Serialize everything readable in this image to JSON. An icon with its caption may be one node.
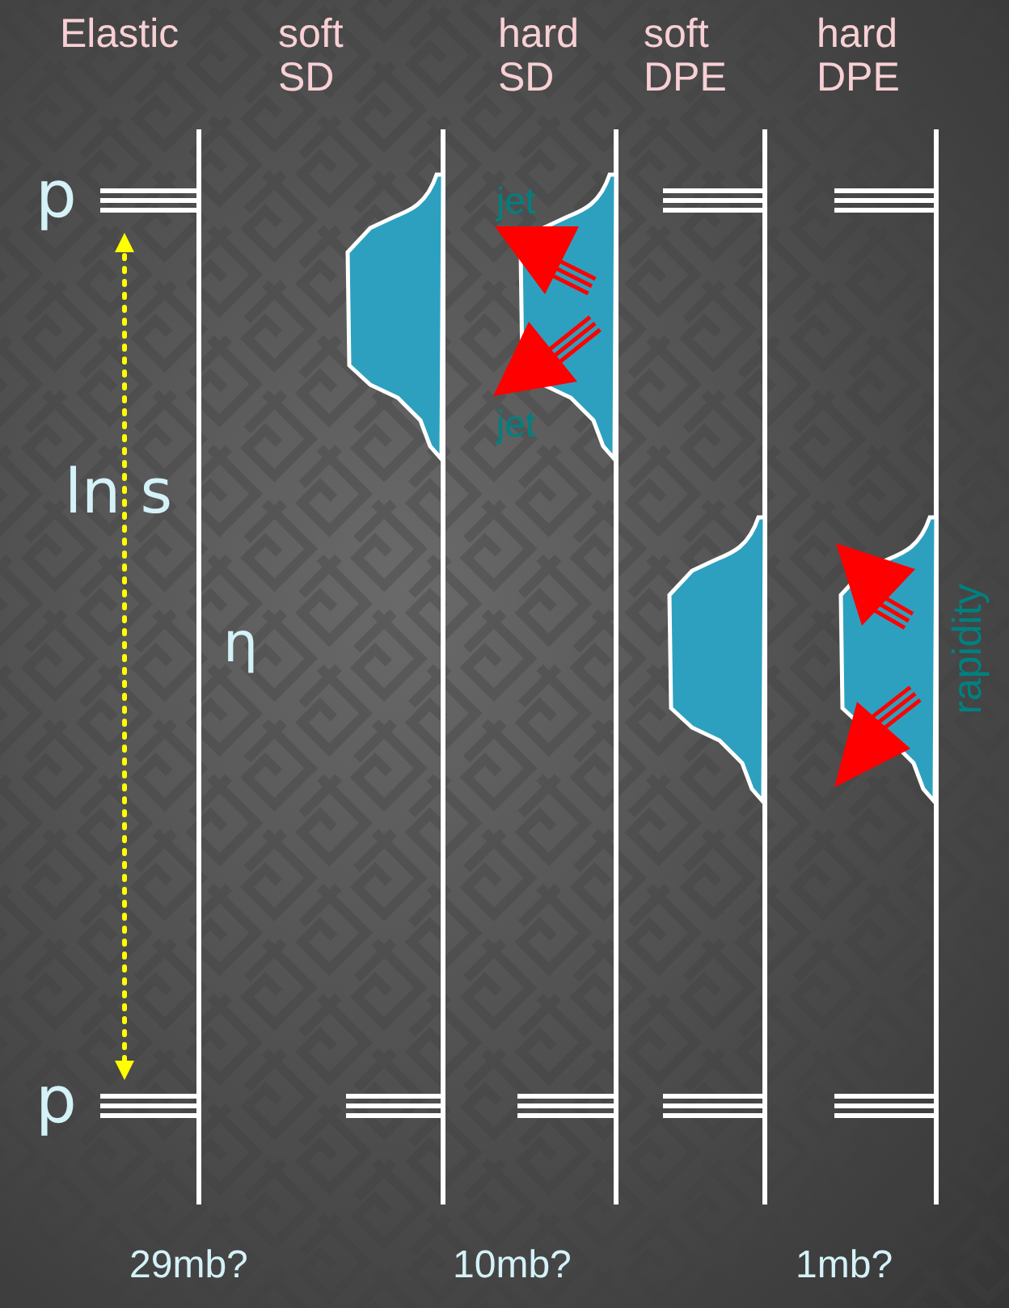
{
  "diagram": {
    "labels": [
      "Elastic",
      "soft SD",
      "hard SD",
      "soft DPE",
      "hard DPE",
      "p",
      "jet",
      "jet",
      "ln s",
      "η",
      "rapidity",
      "p",
      "29mb?",
      "10mb?",
      "1mb?"
    ]
  }
}
